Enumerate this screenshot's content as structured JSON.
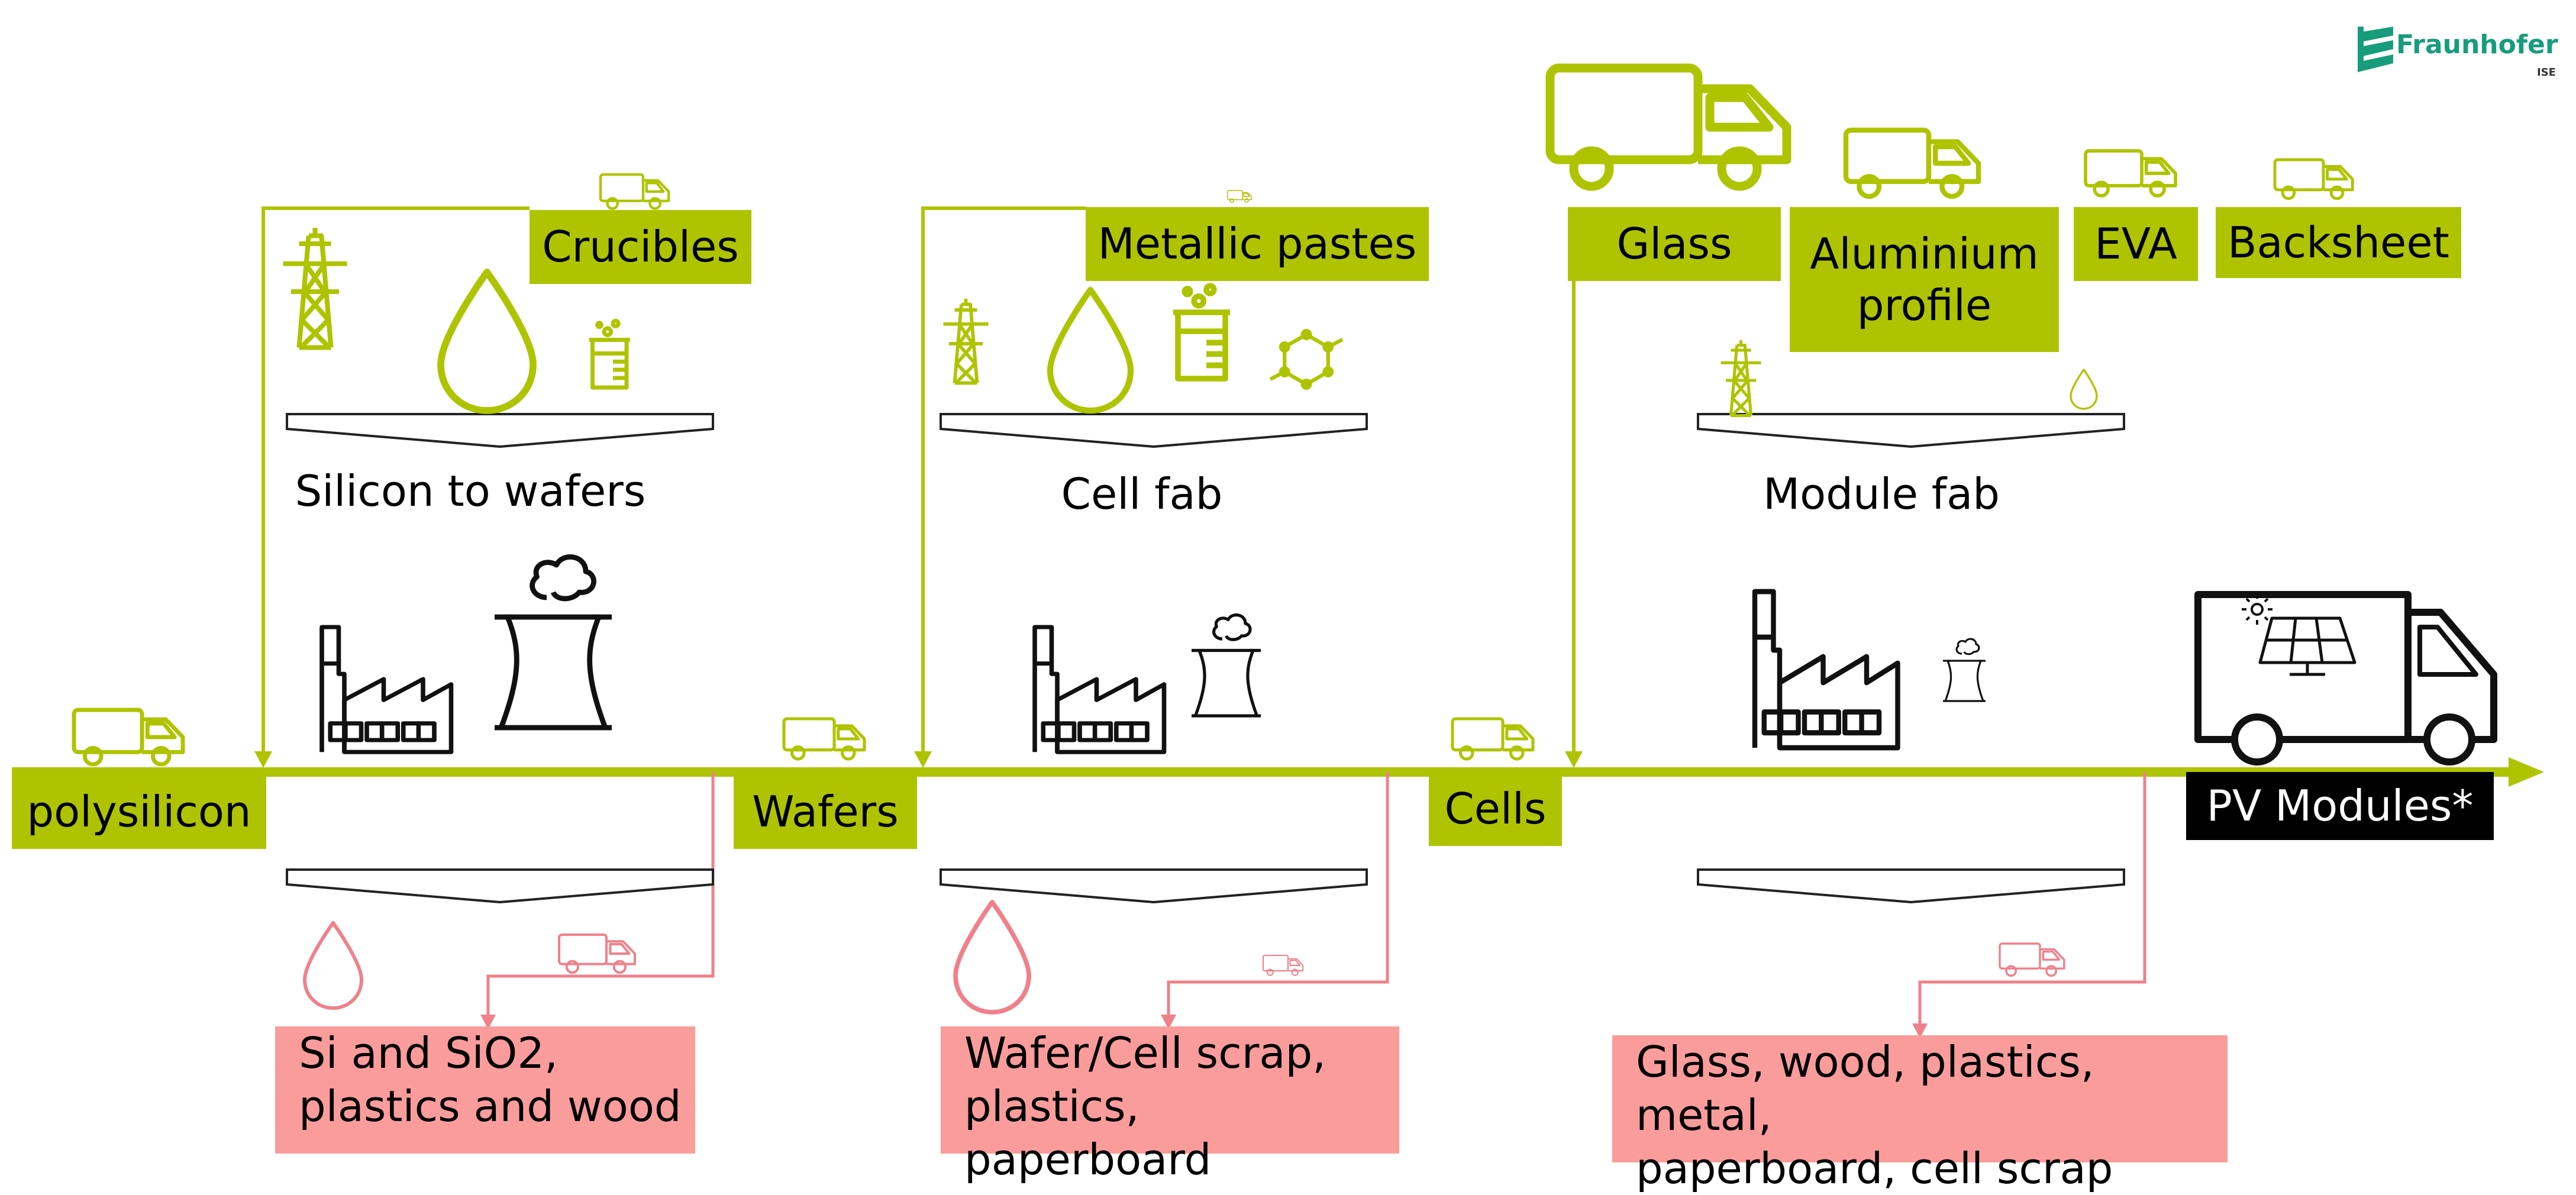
{
  "logo": {
    "name": "Fraunhofer",
    "sub": "ISE",
    "color": "#179c7d"
  },
  "colors": {
    "green": "#afc400",
    "pink": "#fa9c9c",
    "black": "#000000"
  },
  "chain": {
    "inputs": {
      "crucibles": "Crucibles",
      "metallic_pastes": "Metallic pastes",
      "glass": "Glass",
      "aluminium_line1": "Aluminium",
      "aluminium_line2": "profile",
      "eva": "EVA",
      "backsheet": "Backsheet"
    },
    "stages": {
      "silicon_to_wafers": "Silicon to wafers",
      "cell_fab": "Cell fab",
      "module_fab": "Module fab"
    },
    "products": {
      "polysilicon": "polysilicon",
      "wafers": "Wafers",
      "cells": "Cells",
      "pv_modules": "PV Modules*"
    },
    "waste": {
      "w1_line1": "Si and SiO2,",
      "w1_line2": "plastics and wood",
      "w2_line1": "Wafer/Cell scrap,",
      "w2_line2": "plastics, paperboard",
      "w3_line1": "Glass, wood, plastics, metal,",
      "w3_line2": "paperboard, cell scrap"
    }
  },
  "icons": [
    "truck-icon",
    "power-pylon-icon",
    "water-drop-icon",
    "beaker-icon",
    "molecule-icon",
    "factory-icon",
    "cooling-tower-icon",
    "solar-panel-icon",
    "sun-icon"
  ]
}
